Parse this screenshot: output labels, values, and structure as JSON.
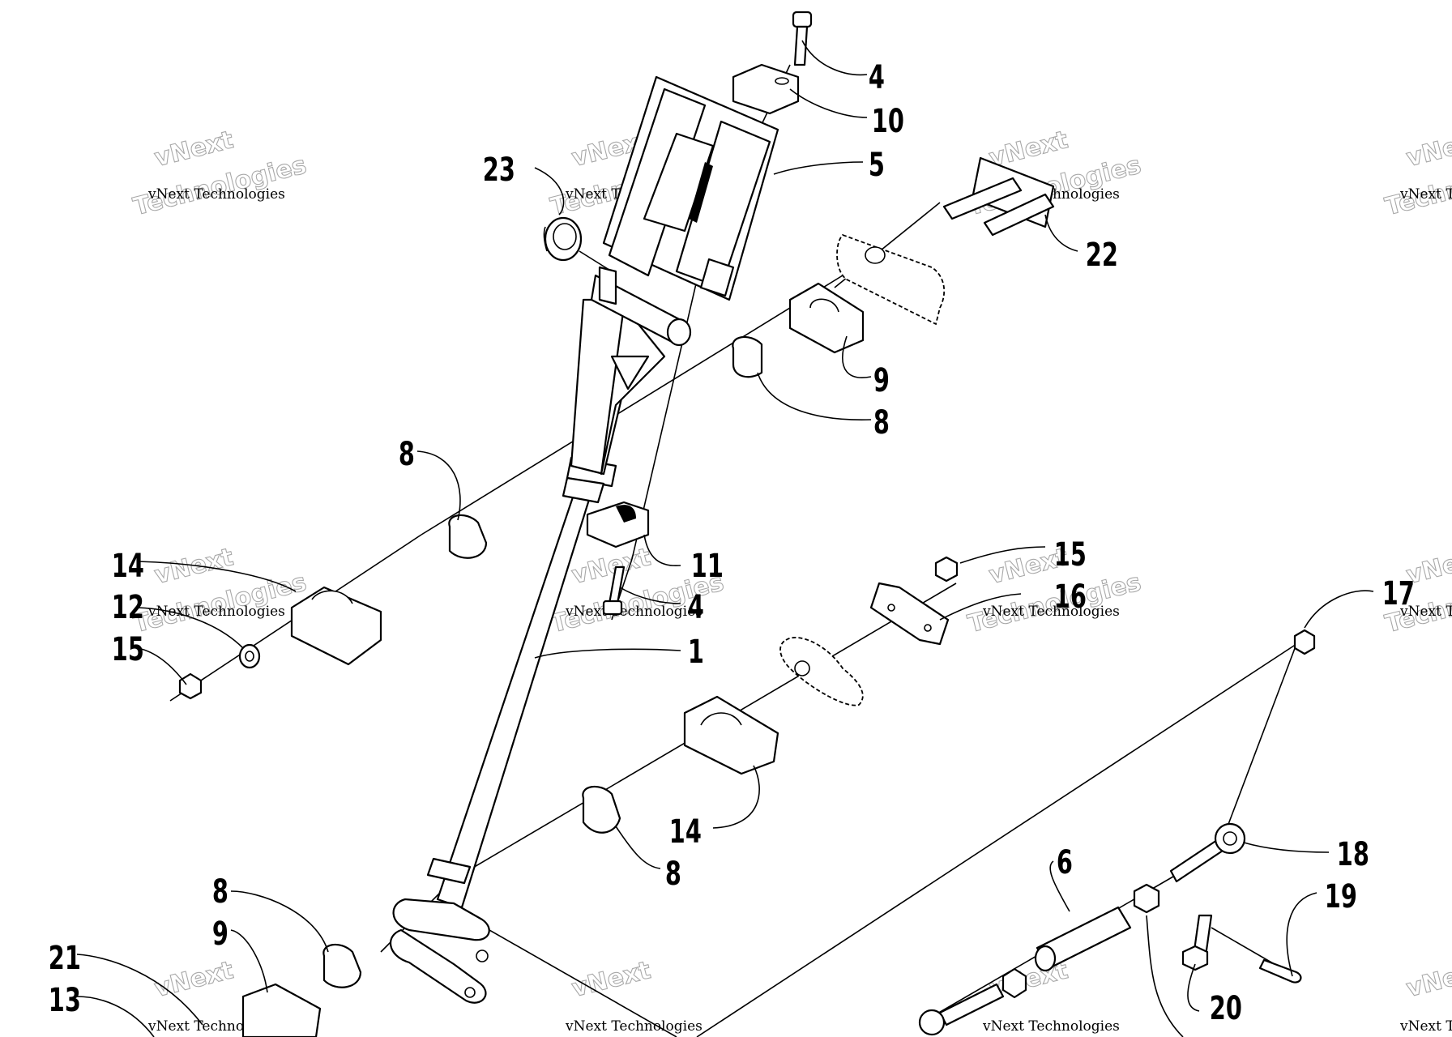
{
  "callouts": {
    "c1": "1",
    "c4a": "4",
    "c4b": "4",
    "c5": "5",
    "c6": "6",
    "c8a": "8",
    "c8b": "8",
    "c8c": "8",
    "c8d": "8",
    "c9a": "9",
    "c9b": "9",
    "c10": "10",
    "c11": "11",
    "c12": "12",
    "c13": "13",
    "c14a": "14",
    "c14b": "14",
    "c15a": "15",
    "c15b": "15",
    "c16": "16",
    "c17": "17",
    "c18": "18",
    "c19": "19",
    "c20": "20",
    "c21": "21",
    "c22": "22",
    "c23": "23"
  },
  "watermark": {
    "line1": "vNext",
    "small": "vNext Technologies",
    "line2": "Technologies"
  },
  "colors": {
    "ink": "#000000",
    "paper": "#ffffff",
    "watermark": "#9a9a9a"
  }
}
